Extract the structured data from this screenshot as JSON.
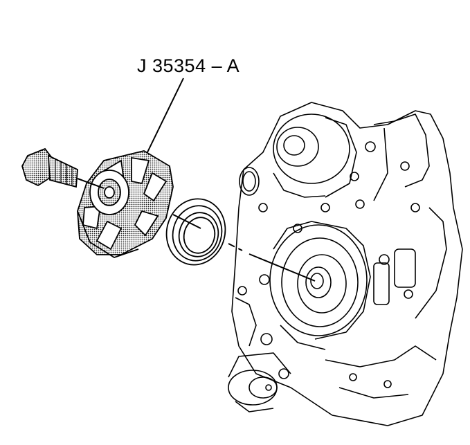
{
  "diagram": {
    "tool_label": "J 35354 – A",
    "parts": [
      "bolt",
      "seal-installer",
      "front-crankshaft-seal",
      "engine-front-cover"
    ],
    "colors": {
      "line": "#000000",
      "background": "#ffffff",
      "shading": "#b8b8b8"
    }
  }
}
